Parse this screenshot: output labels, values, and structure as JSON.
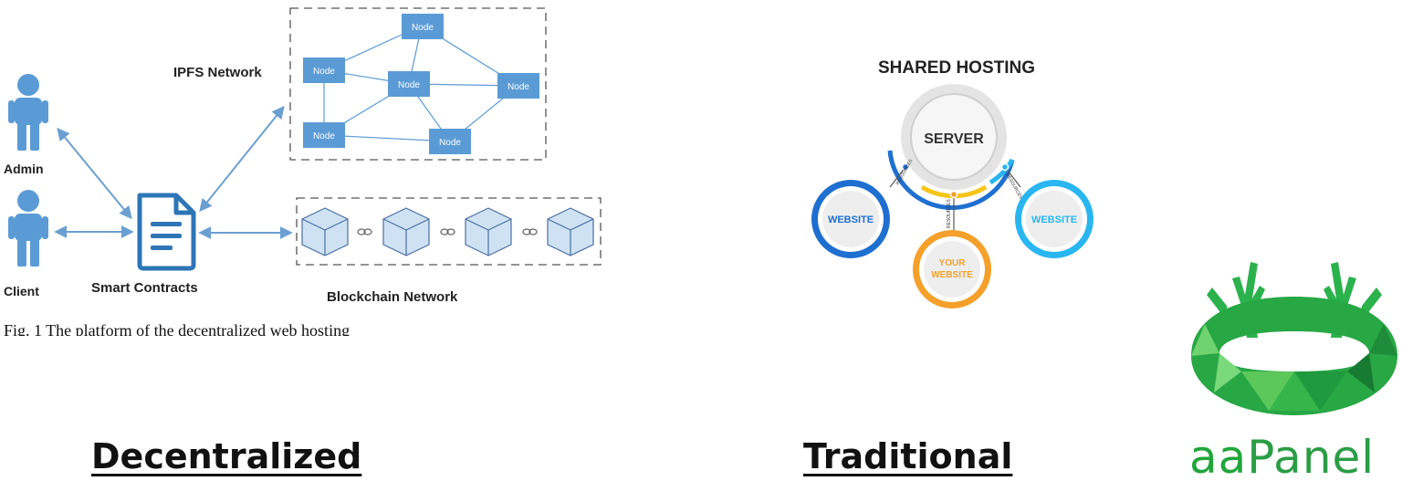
{
  "decentralized": {
    "node_label": "Node",
    "ipfs_label": "IPFS Network",
    "admin_label": "Admin",
    "client_label": "Client",
    "smart_contracts_label": "Smart Contracts",
    "blockchain_label": "Blockchain Network",
    "caption": "Fig. 1 The platform of the decentralized web hosting",
    "title": "Decentralized"
  },
  "traditional": {
    "heading": "SHARED HOSTING",
    "server_label": "SERVER",
    "website_label": "WEBSITE",
    "your_label": "YOUR",
    "your_website_label": "WEBSITE",
    "resources_label": "RESOURCES",
    "title": "Traditional"
  },
  "aapanel": {
    "brand_prefix": "aa",
    "brand_suffix": "Panel"
  },
  "colors": {
    "node_blue": "#5b9bd5",
    "arrow_blue": "#6a9fd1",
    "cube_blue": "#cfe2f3",
    "website_blue": "#1f6fd1",
    "website_cyan": "#29b6f0",
    "your_orange": "#f4a02a",
    "aapanel_green": "#20a53a"
  }
}
